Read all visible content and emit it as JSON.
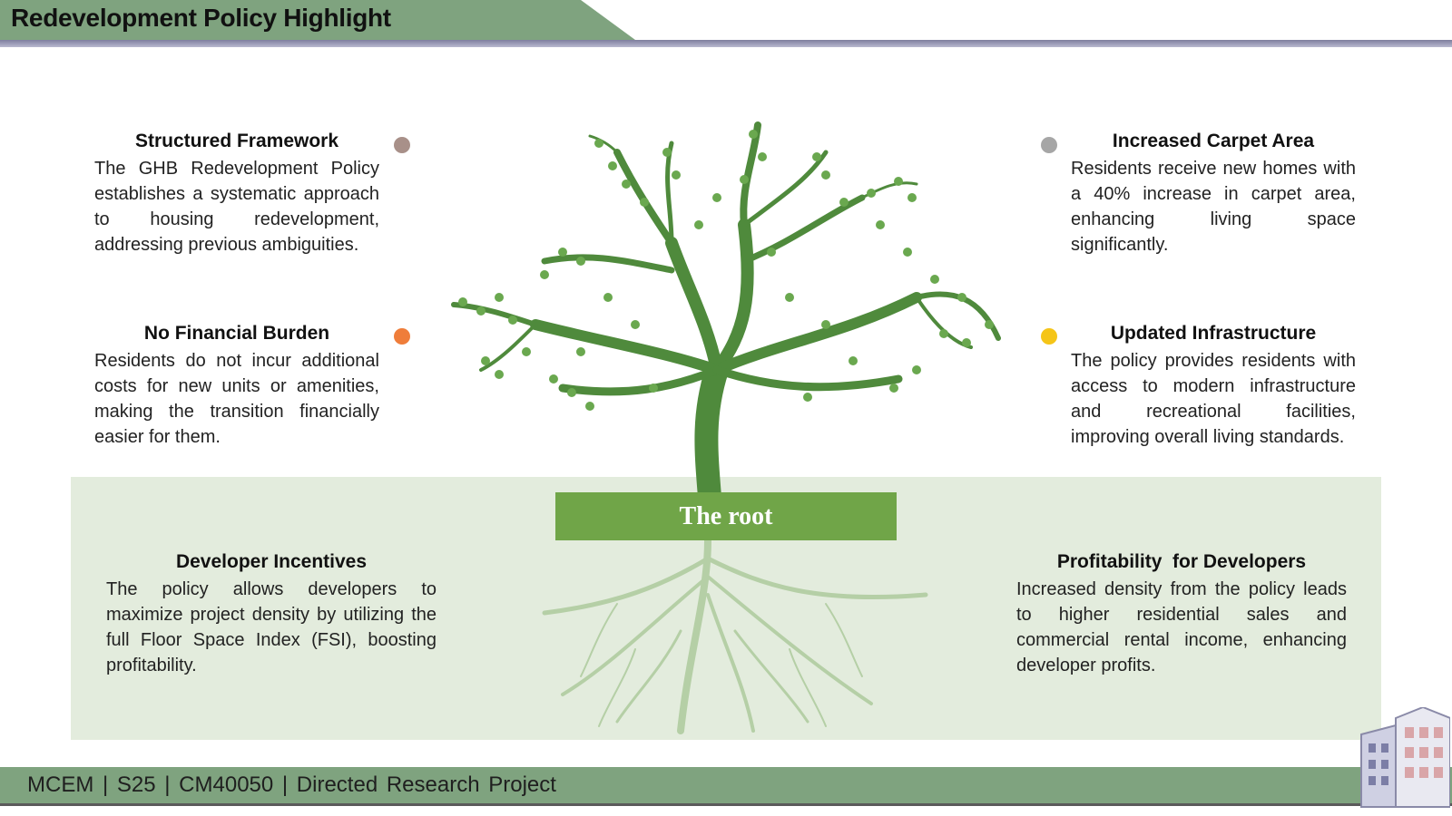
{
  "header": {
    "title": "Redevelopment Policy Highlight"
  },
  "topics": {
    "structured": {
      "title": "Structured Framework",
      "text": "The GHB Redevelopment Policy establishes a systematic approach to housing redevelopment, addressing previous ambiguities."
    },
    "financial": {
      "title": "No Financial Burden",
      "text": "Residents do not incur additional costs for new units or amenities, making the transition financially easier for them."
    },
    "carpet": {
      "title": "Increased Carpet Area",
      "text": "Residents receive new homes with a 40% increase in carpet area, enhancing living space significantly."
    },
    "infra": {
      "title": "Updated Infrastructure",
      "text": "The policy provides residents with access to modern infrastructure and recreational facilities, improving overall living standards."
    },
    "incentives": {
      "title": "Developer Incentives",
      "text": "The policy allows developers to maximize project density by utilizing the full Floor Space Index (FSI), boosting profitability."
    },
    "profit": {
      "title": "Profitability  for Developers",
      "text": "Increased density from the policy leads to higher residential sales and commercial rental income, enhancing developer profits."
    }
  },
  "root_label": "The root",
  "footer": {
    "text": "MCEM | S25 | CM40050 | Directed Research Project"
  },
  "colors": {
    "header": "#7fa37f",
    "tree": "#4f8a3c",
    "root_panel": "#e3ecdd",
    "root_label": "#70a548",
    "dot_brown": "#a89089",
    "dot_orange": "#ef7d3a",
    "dot_gray": "#a6a6a6",
    "dot_yellow": "#f5c518"
  },
  "icons": {
    "tree": "tree-icon",
    "roots": "roots-icon",
    "building": "building-icon"
  }
}
